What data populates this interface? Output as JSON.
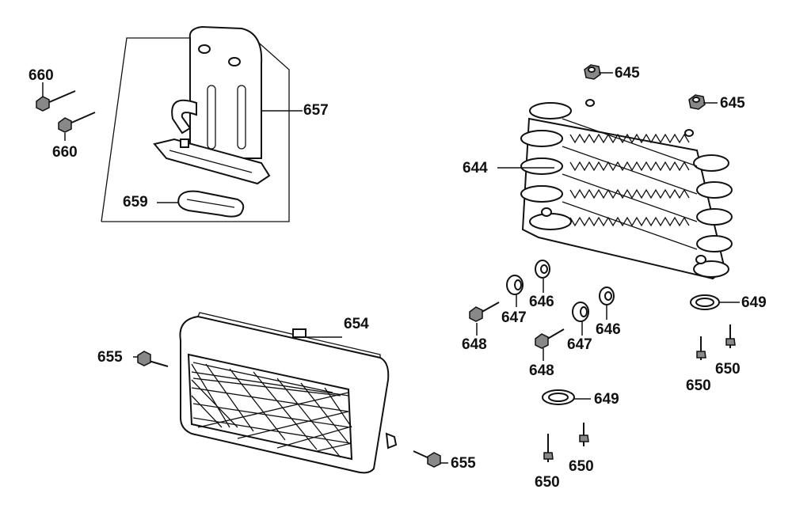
{
  "labels": {
    "l660a": "660",
    "l660b": "660",
    "l657": "657",
    "l659": "659",
    "l645a": "645",
    "l645b": "645",
    "l644": "644",
    "l646a": "646",
    "l646b": "646",
    "l647a": "647",
    "l647b": "647",
    "l648a": "648",
    "l648b": "648",
    "l649a": "649",
    "l649b": "649",
    "l650a": "650",
    "l650b": "650",
    "l650c": "650",
    "l650d": "650",
    "l654": "654",
    "l655a": "655",
    "l655b": "655"
  }
}
